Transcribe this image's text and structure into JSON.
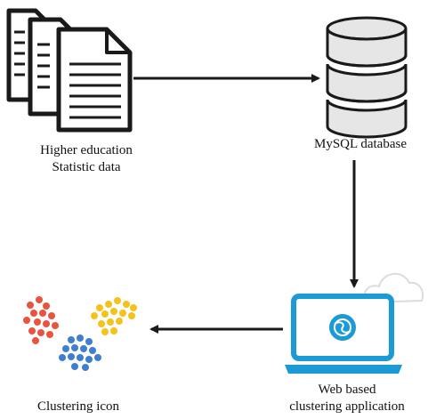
{
  "nodes": {
    "documents": {
      "label_line1": "Higher education",
      "label_line2": "Statistic data"
    },
    "database": {
      "label": "MySQL database"
    },
    "webapp": {
      "label_line1": "Web based",
      "label_line2": "clustering application"
    },
    "clusters": {
      "label": "Clustering icon"
    }
  },
  "colors": {
    "stroke": "#1a1a1a",
    "db_fill": "#e6e6e6",
    "laptop_blue": "#1b9ad6",
    "cloud": "#dcdcdc",
    "cluster_red": "#e9543f",
    "cluster_yellow": "#f3c21b",
    "cluster_blue": "#3f7fcf"
  }
}
